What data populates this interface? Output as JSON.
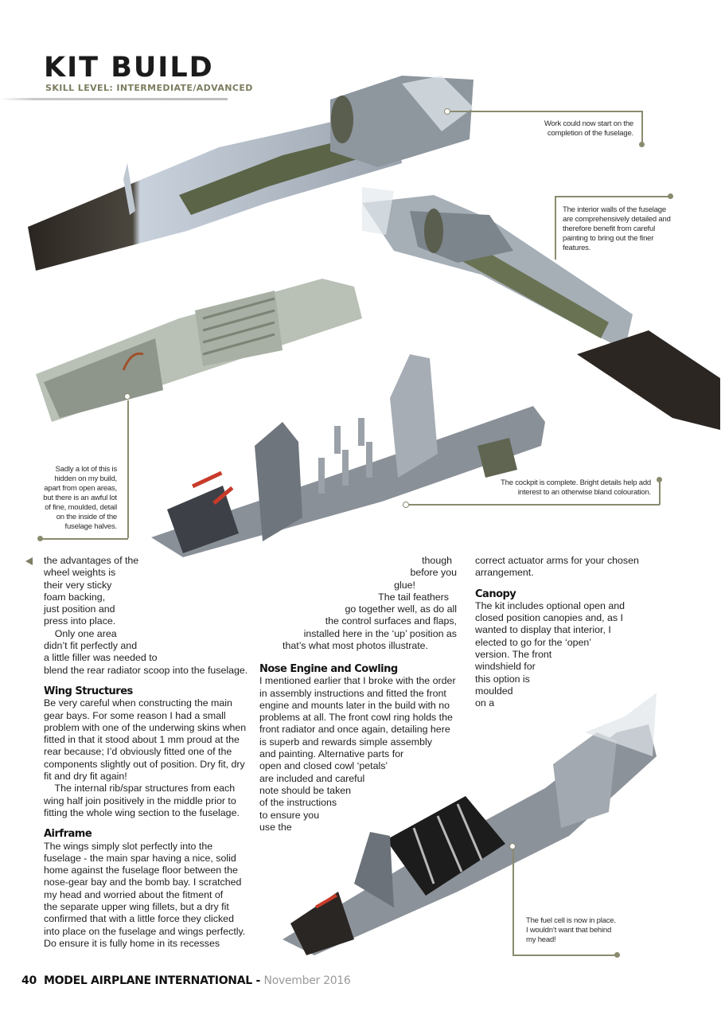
{
  "header": {
    "title": "KIT BUILD",
    "skill_level": "SKILL LEVEL: INTERMEDIATE/ADVANCED"
  },
  "colors": {
    "accent_olive": "#8a8a6e",
    "skill_text": "#7d7d60",
    "body_text": "#1e1e1e",
    "date_grey": "#9a9a9a"
  },
  "photos": [
    {
      "name": "fuselage-half-rear-photo"
    },
    {
      "name": "fuselage-half-interior-walls-photo"
    },
    {
      "name": "fuselage-interior-detail-photo"
    },
    {
      "name": "cockpit-floor-photo"
    },
    {
      "name": "fuel-cell-installed-photo"
    }
  ],
  "callouts": {
    "fuselage_start": [
      "Work could now start on the",
      "completion of the fuselage."
    ],
    "interior_walls": [
      "The interior walls of the fuselage",
      "are comprehensively detailed and",
      "therefore benefit from careful",
      "painting to bring out the finer",
      "features."
    ],
    "hidden_detail": [
      "Sadly a lot of this is",
      "hidden on my build,",
      "apart from open areas,",
      "but there is an awful lot",
      "of fine, moulded, detail",
      "on the inside of the",
      "fuselage halves."
    ],
    "cockpit": [
      "The cockpit is complete. Bright details help add",
      "interest to an otherwise bland colouration."
    ],
    "fuel_cell": [
      "The fuel cell is now in place.",
      "I wouldn’t want that behind",
      "my head!"
    ]
  },
  "column1": {
    "continued_lines": [
      "the advantages of the",
      "wheel weights is",
      "their very sticky",
      "foam backing,",
      "just position and",
      "press into place.",
      "    Only one area",
      "didn’t fit perfectly and",
      "a little filler was needed to",
      "blend the rear radiator scoop into the fuselage."
    ],
    "wing_heading": "Wing Structures",
    "wing_lines": [
      "Be very careful when constructing the main",
      "gear bays. For some reason I had a small",
      "problem with one of the underwing skins when",
      "fitted in that it stood about 1 mm proud at the",
      "rear because; I’d obviously fitted one of the",
      "components slightly out of position. Dry fit, dry",
      "fit and dry fit again!",
      "    The internal rib/spar structures from each",
      "wing half join positively in the middle prior to",
      "fitting the whole wing section to the fuselage."
    ],
    "airframe_heading": "Airframe",
    "airframe_lines": [
      "The wings simply slot perfectly into the",
      "fuselage - the main spar having a nice, solid",
      "home against the fuselage floor between the",
      "nose-gear bay and the bomb bay. I scratched",
      "my head and worried about the fitment of",
      "the separate upper wing fillets, but a dry fit",
      "confirmed that with a little force they clicked",
      "into place on the fuselage and wings perfectly.",
      "Do ensure it is fully home in its recesses"
    ]
  },
  "column2": {
    "continued_lines": [
      "though",
      "before you",
      "glue!",
      "The tail feathers",
      "go together well, as do all",
      "the control surfaces and flaps,",
      "installed here in the ‘up’ position as",
      "that’s what most photos illustrate."
    ],
    "nose_heading": "Nose Engine and Cowling",
    "nose_lines": [
      "I mentioned earlier that I broke with the order",
      "in assembly instructions and fitted the front",
      "engine and mounts later in the build with no",
      "problems at all. The front cowl ring holds the",
      "front radiator and once again, detailing here",
      "is superb and rewards simple assembly",
      "and painting. Alternative parts for",
      "open and closed cowl ‘petals’",
      "are included and careful",
      "note should be taken",
      "of the instructions",
      "to ensure you",
      "use the"
    ]
  },
  "column3": {
    "continued_lines": [
      "correct actuator arms for your chosen",
      "arrangement."
    ],
    "canopy_heading": "Canopy",
    "canopy_lines": [
      "The kit includes optional open and",
      "closed position canopies and, as I",
      "wanted to display that interior, I",
      "elected to go for the ‘open’",
      "version. The front",
      "windshield for",
      "this option is",
      "moulded",
      "on a"
    ]
  },
  "footer": {
    "page_number": "40",
    "magazine": "MODEL AIRPLANE INTERNATIONAL - ",
    "date": "November 2016"
  }
}
